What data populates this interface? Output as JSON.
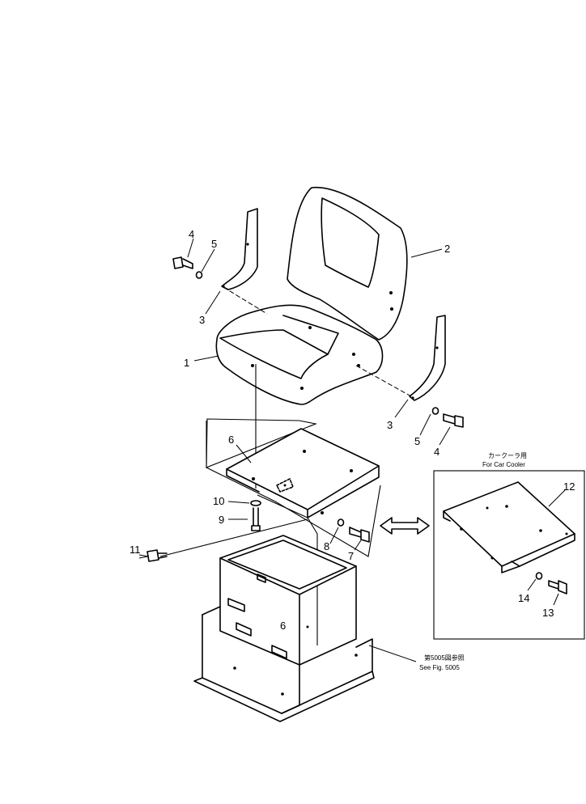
{
  "callouts": {
    "c1": "1",
    "c2": "2",
    "c3a": "3",
    "c3b": "3",
    "c4a": "4",
    "c4b": "4",
    "c5a": "5",
    "c5b": "5",
    "c6": "6",
    "c7": "7",
    "c8": "8",
    "c9": "9",
    "c10": "10",
    "c11": "11",
    "c12": "12",
    "c13": "13",
    "c14": "14"
  },
  "notes": {
    "car_cooler_jp": "カークーラ用",
    "car_cooler_en": "For Car Cooler",
    "see_fig_jp": "第5005図参照",
    "see_fig_en": "See Fig. 5005"
  },
  "box_stencil": "6"
}
